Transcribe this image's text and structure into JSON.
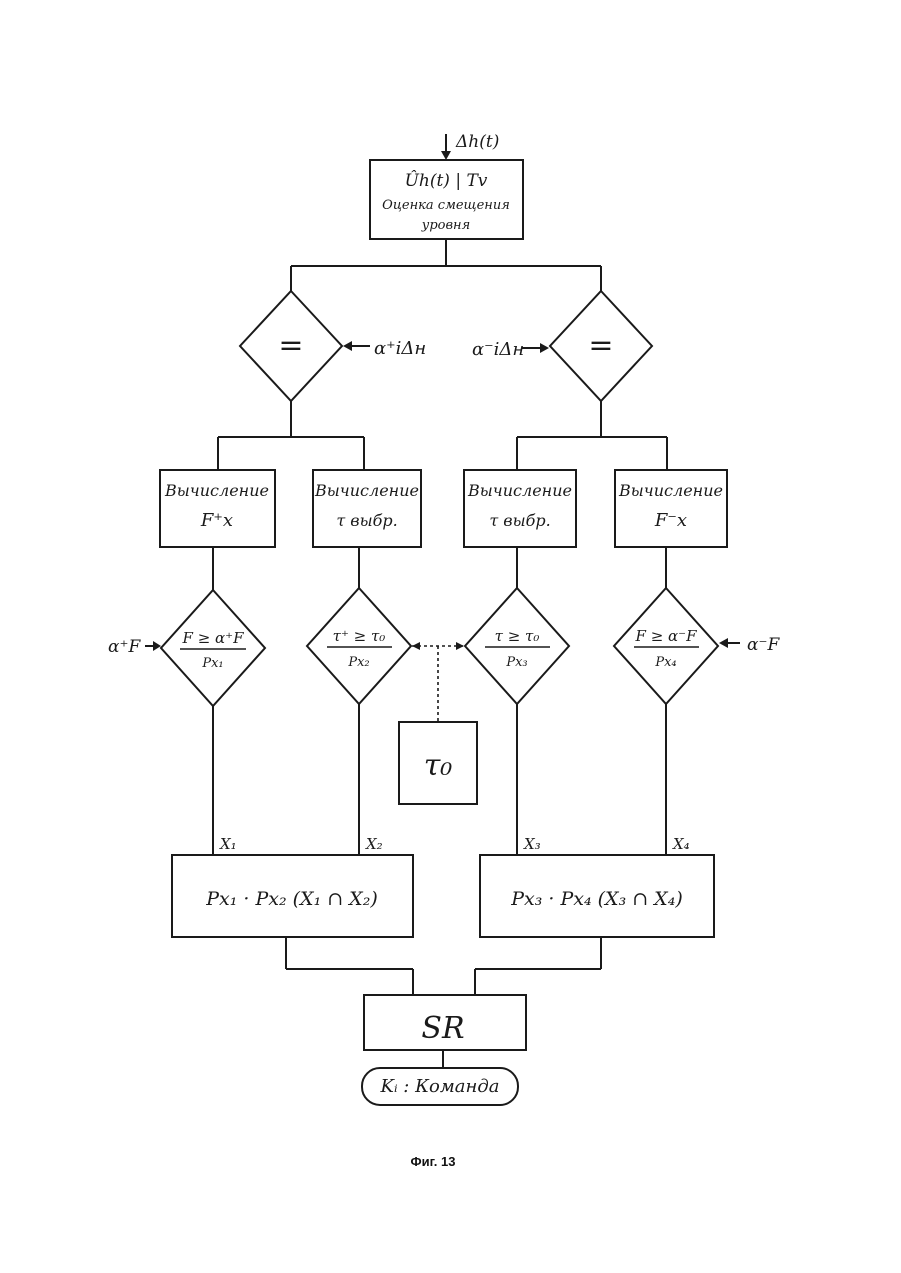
{
  "input": {
    "label": "Δh(t)"
  },
  "top_block": {
    "formula": "Ûh(t) | Tv",
    "line1": "Оценка смещения",
    "line2": "уровня"
  },
  "comparators": {
    "left": {
      "symbol": "=",
      "input": "α⁺iΔн"
    },
    "right": {
      "symbol": "=",
      "input": "α⁻iΔн"
    }
  },
  "calc_blocks": [
    {
      "line1": "Вычисление",
      "line2": "F⁺x"
    },
    {
      "line1": "Вычисление",
      "line2": "τ выбр."
    },
    {
      "line1": "Вычисление",
      "line2": "τ выбр."
    },
    {
      "line1": "Вычисление",
      "line2": "F⁻x"
    }
  ],
  "decisions": [
    {
      "condition": "F ≥ α⁺F",
      "prob": "Px₁",
      "input": "α⁺F"
    },
    {
      "condition": "τ⁺ ≥ τ₀",
      "prob": "Px₂"
    },
    {
      "condition": "τ ≥ τ₀",
      "prob": "Px₃"
    },
    {
      "condition": "F ≥ α⁻F",
      "prob": "Px₄",
      "input": "α⁻F"
    }
  ],
  "tau_block": {
    "label": "τ₀"
  },
  "signals": [
    "X₁",
    "X₂",
    "X₃",
    "X₄"
  ],
  "product_blocks": [
    {
      "formula": "Px₁ · Px₂ (X₁ ∩ X₂)"
    },
    {
      "formula": "Px₃ · Px₄ (X₃ ∩ X₄)"
    }
  ],
  "sr_block": {
    "label": "SR"
  },
  "output": {
    "label": "Kᵢ : Команда"
  },
  "caption": "Фиг. 13"
}
